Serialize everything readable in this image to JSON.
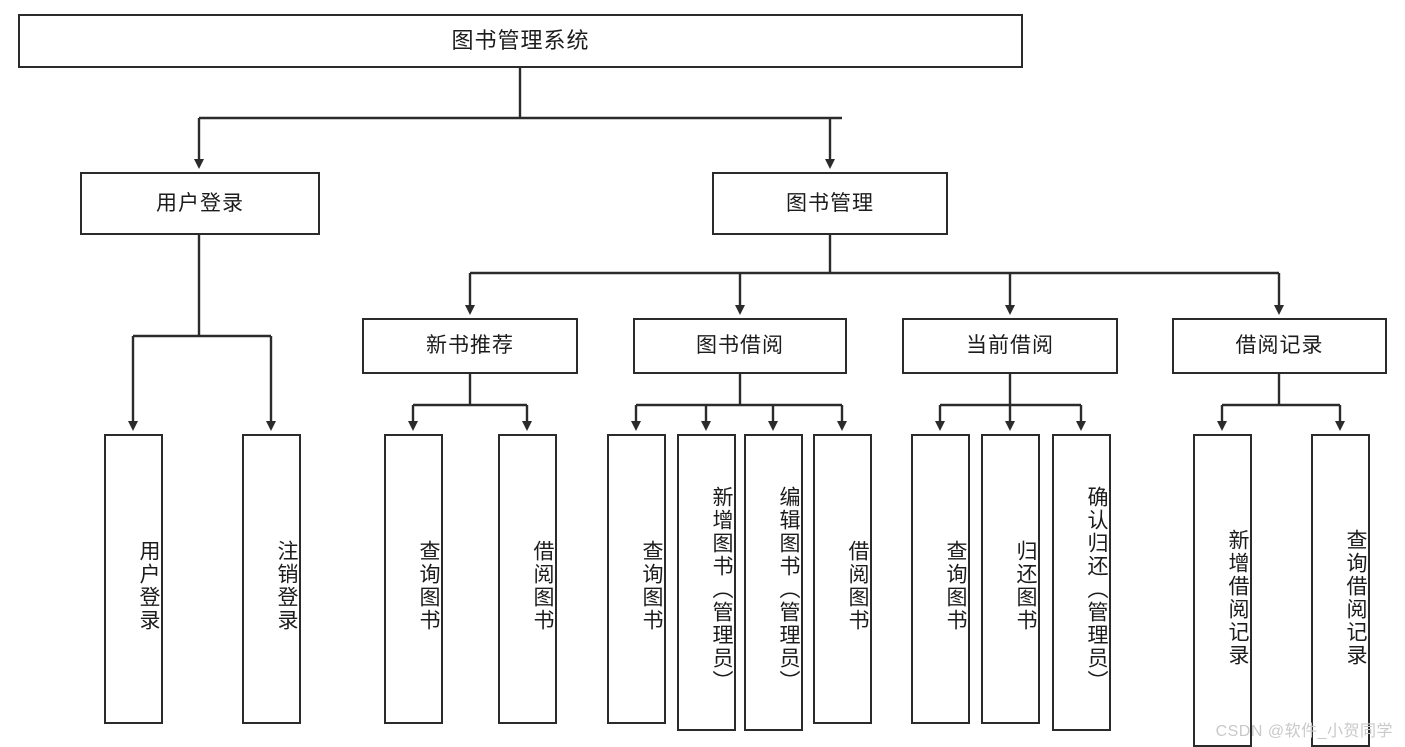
{
  "diagram": {
    "type": "tree",
    "title": "图书管理系统",
    "orientation": "top-down",
    "line_color": "#2b2b2b",
    "box_fill": "#ffffff",
    "text_color": "#1c1c1c"
  },
  "nodes": {
    "root": {
      "label": "图书管理系统"
    },
    "level2": [
      {
        "id": "user-login",
        "label": "用户登录"
      },
      {
        "id": "book-manage",
        "label": "图书管理"
      }
    ],
    "level3": [
      {
        "id": "new-book-recommend",
        "label": "新书推荐"
      },
      {
        "id": "book-borrow",
        "label": "图书借阅"
      },
      {
        "id": "current-borrow",
        "label": "当前借阅"
      },
      {
        "id": "borrow-record",
        "label": "借阅记录"
      }
    ],
    "leaves": {
      "user_login": [
        {
          "id": "leaf-user-login",
          "label": "用户登录"
        },
        {
          "id": "leaf-logout-login",
          "label": "注销登录"
        }
      ],
      "new_book_recommend": [
        {
          "id": "leaf-query-book-1",
          "label": "查询图书"
        },
        {
          "id": "leaf-borrow-book-1",
          "label": "借阅图书"
        }
      ],
      "book_borrow": [
        {
          "id": "leaf-query-book-2",
          "label": "查询图书"
        },
        {
          "id": "leaf-add-book",
          "label": "新增图书（管理员）"
        },
        {
          "id": "leaf-edit-book",
          "label": "编辑图书（管理员）"
        },
        {
          "id": "leaf-borrow-book-2",
          "label": "借阅图书"
        }
      ],
      "current_borrow": [
        {
          "id": "leaf-query-book-3",
          "label": "查询图书"
        },
        {
          "id": "leaf-return-book",
          "label": "归还图书"
        },
        {
          "id": "leaf-confirm-return",
          "label": "确认归还（管理员）"
        }
      ],
      "borrow_record": [
        {
          "id": "leaf-add-record",
          "label": "新增借阅记录"
        },
        {
          "id": "leaf-query-record",
          "label": "查询借阅记录"
        }
      ]
    }
  },
  "watermark": {
    "text": "CSDN @软件_小贺同学"
  }
}
